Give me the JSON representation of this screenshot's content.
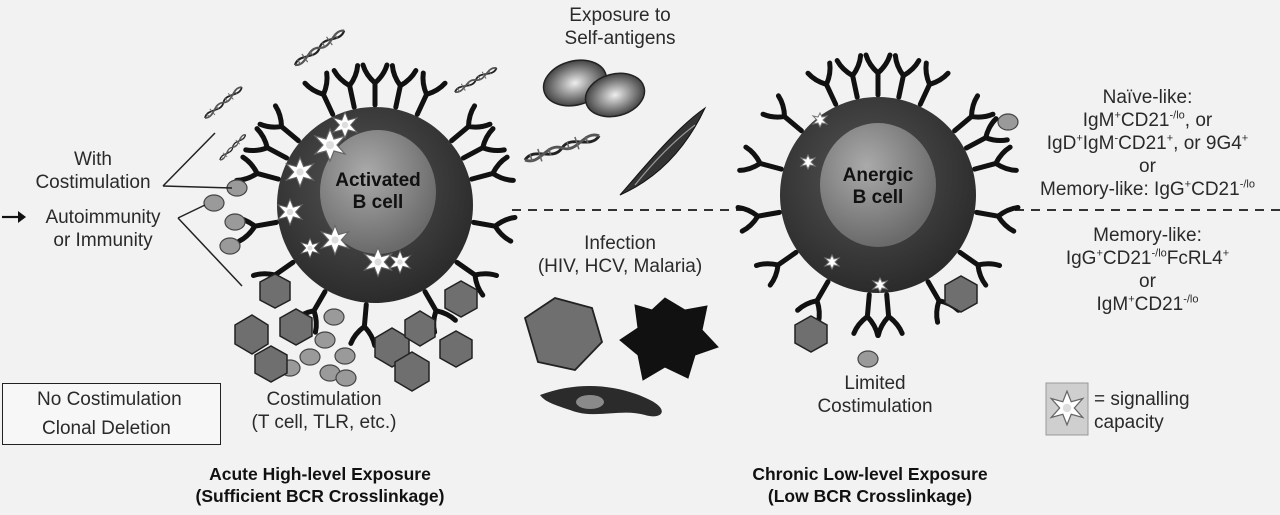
{
  "center": {
    "exposure_self": "Exposure to Self-antigens",
    "exposure_line1": "Exposure to",
    "exposure_line2": "Self-antigens",
    "infection_title": "Infection",
    "infection_examples": "(HIV, HCV, Malaria)"
  },
  "left": {
    "cell_label_line1": "Activated",
    "cell_label_line2": "B cell",
    "with_costim_line1": "With",
    "with_costim_line2": "Costimulation",
    "outcome_line1": "Autoimmunity",
    "outcome_line2": "or Immunity",
    "arrow_glyph": "→",
    "no_costim": "No Costimulation",
    "clonal_deletion": "Clonal Deletion",
    "costim_line1": "Costimulation",
    "costim_line2": "(T cell, TLR, etc.)",
    "footer_line1": "Acute High-level Exposure",
    "footer_line2": "(Sufficient BCR Crosslinkage)"
  },
  "right": {
    "cell_label_line1": "Anergic",
    "cell_label_line2": "B cell",
    "naive_title": "Naïve-like:",
    "naive_1_base": "IgM",
    "naive_1_sup1": "+",
    "naive_1_mid": "CD21",
    "naive_1_sup2": "-/lo",
    "naive_1_tail": ", or",
    "naive_2_a": "IgD",
    "naive_2_sup1": "+",
    "naive_2_b": "IgM",
    "naive_2_sup2": "-",
    "naive_2_c": "CD21",
    "naive_2_sup3": "+",
    "naive_2_d": ", or 9G4",
    "naive_2_sup4": "+",
    "or_1": "or",
    "mem1_a": "Memory-like: IgG",
    "mem1_sup1": "+",
    "mem1_b": "CD21",
    "mem1_sup2": "-/lo",
    "mem2_title": "Memory-like:",
    "mem2_a": "IgG",
    "mem2_sup1": "+",
    "mem2_b": "CD21",
    "mem2_sup2": "-/lo",
    "mem2_c": "FcRL4",
    "mem2_sup3": "+",
    "or_2": "or",
    "mem3_a": "IgM",
    "mem3_sup1": "+",
    "mem3_b": "CD21",
    "mem3_sup2": "-/lo",
    "limited_line1": "Limited",
    "limited_line2": "Costimulation",
    "legend_line1": "= signalling",
    "legend_line2": "capacity",
    "footer_line1": "Chronic Low-level Exposure",
    "footer_line2": "(Low BCR Crosslinkage)"
  },
  "colors": {
    "cell_body": "#3a3a3a",
    "nucleus": "#7a7a7a",
    "hexagon": "#6f6f6f",
    "oval": "#9a9a9a",
    "receptor": "#111111",
    "background": "#f2f2f2"
  },
  "icons": [
    "dna-icon",
    "red-blood-cell-icon",
    "parasite-icon",
    "hexagon-virus-icon",
    "star-virus-icon",
    "signalling-burst-icon"
  ]
}
